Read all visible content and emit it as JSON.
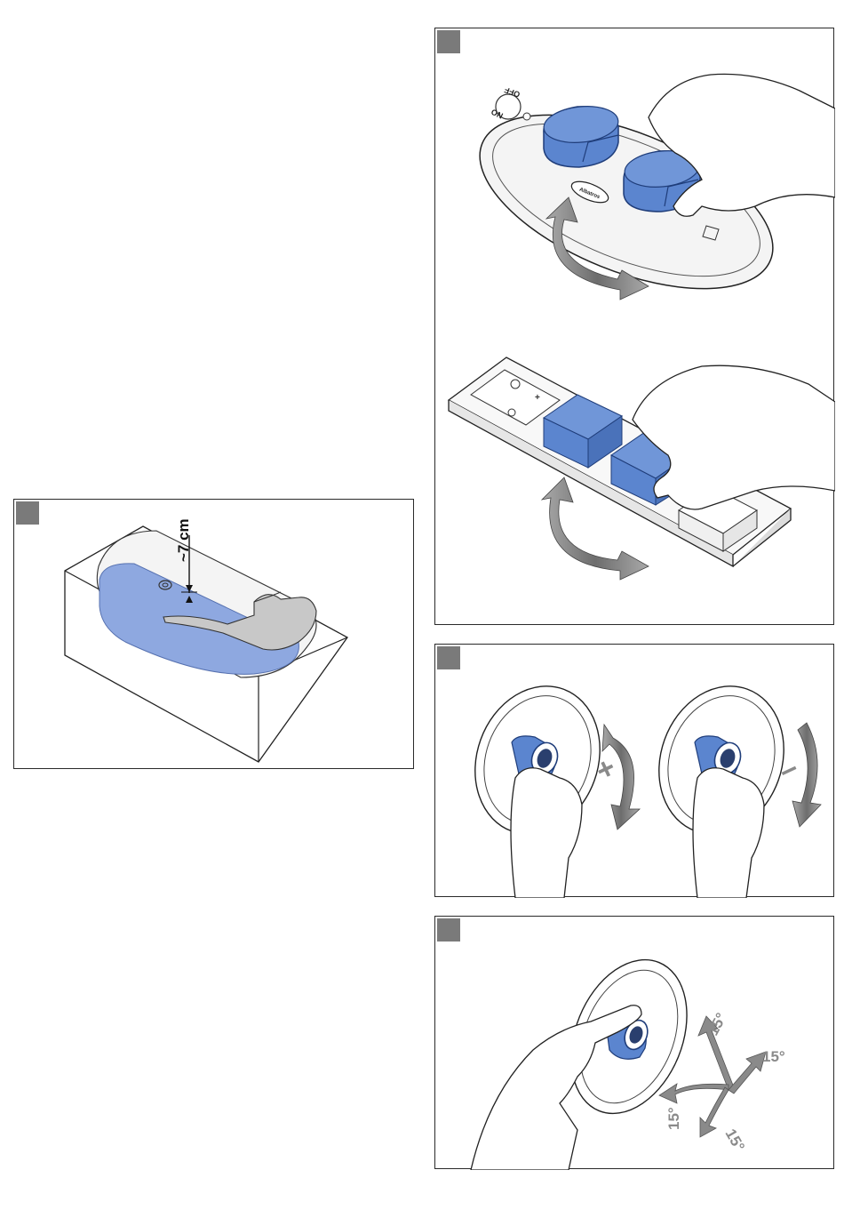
{
  "figures": {
    "bathtub": {
      "depth_label": "~7 cm"
    },
    "control_panels": {
      "oval_panel": {
        "on_label": "ON",
        "off_label": "OFF",
        "brand_label": "Albatros"
      }
    },
    "dial_adjust": {
      "increase_symbol": "+",
      "decrease_symbol": "–"
    },
    "nozzle_tilt": {
      "angle_up": "15°",
      "angle_right": "15°",
      "angle_left": "15°",
      "angle_down": "15°"
    }
  },
  "colors": {
    "water_blue": "#8ea8e0",
    "button_blue": "#5b85cf",
    "arrow_gray": "#8a8a8a",
    "marker_gray": "#7a7a7a",
    "skin_gray": "#c8c8c8"
  }
}
